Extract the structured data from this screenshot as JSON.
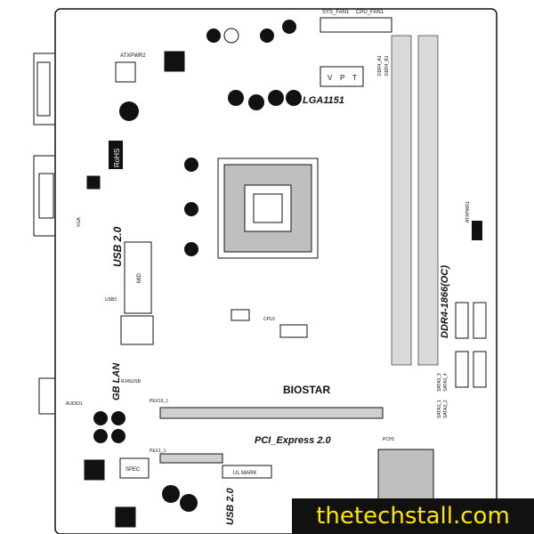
{
  "labels": {
    "sys_fan": "SYS_FAN1",
    "cpu_fan": "CPU_FAN1",
    "atxpwr2": "ATXPWR2",
    "atxpwr1": "ATXPWR1",
    "socket_title": "LGA1151",
    "ddr4_a1": "DDR4_A1",
    "ddr4_b1": "DDR4_B1",
    "vpt": [
      "V",
      "P",
      "T"
    ],
    "rohs": "RoHS",
    "usb20_left": "USB 2.0",
    "usb3": "USB3",
    "lan": "GB LAN",
    "rj45": "RJ45USB",
    "mid": "MID",
    "vga": "VGA",
    "audio": "AUDIO1",
    "cpu1": "CPU1",
    "brand": "BIOSTAR",
    "ddr_speed": "DDR4-1866(OC)",
    "pcie_label": "PCI_Express 2.0",
    "pex16": "PEX16_1",
    "pex1": "PEX1_1",
    "ul_mark": "UL MARK",
    "spec": "SPEC",
    "pch": "PCH1",
    "sata3_1": "SATA3_1",
    "sata3_2": "SATA3_2",
    "sata3_3": "SATA3_3",
    "sata3_4": "SATA3_4",
    "usb20_bottom": "USB 2.0",
    "watermark": "thetechstall.com"
  },
  "colors": {
    "ink": "#111111",
    "board": "#ffffff",
    "watermark_bg": "#111111",
    "watermark_text": "#ffe600"
  }
}
